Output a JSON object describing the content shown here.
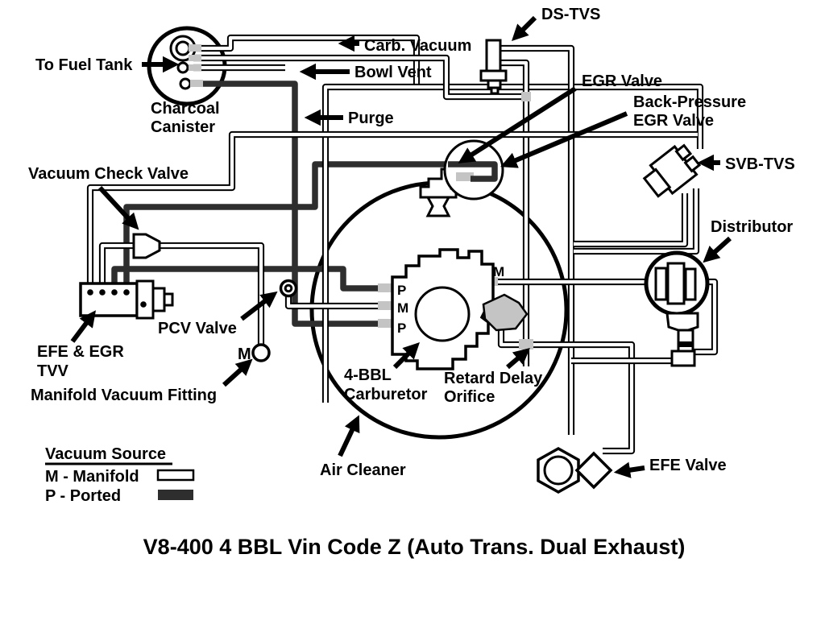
{
  "diagram": {
    "title": "V8-400 4 BBL Vin Code Z (Auto Trans. Dual Exhaust)",
    "labels": {
      "to_fuel_tank": "To Fuel Tank",
      "charcoal_canister_1": "Charcoal",
      "charcoal_canister_2": "Canister",
      "carb_vacuum": "Carb. Vacuum",
      "bowl_vent": "Bowl Vent",
      "purge": "Purge",
      "ds_tvs": "DS-TVS",
      "egr_valve": "EGR Valve",
      "back_pressure_1": "Back-Pressure",
      "back_pressure_2": "EGR Valve",
      "svb_tvs": "SVB-TVS",
      "distributor": "Distributor",
      "vacuum_check_valve": "Vacuum Check Valve",
      "efe_egr_tvv_1": "EFE & EGR",
      "efe_egr_tvv_2": "TVV",
      "pcv_valve": "PCV Valve",
      "manifold_fitting_m": "M",
      "manifold_vacuum_fitting": "Manifold Vacuum Fitting",
      "four_bbl_1": "4-BBL",
      "four_bbl_2": "Carburetor",
      "retard_delay_1": "Retard Delay",
      "retard_delay_2": "Orifice",
      "air_cleaner": "Air Cleaner",
      "efe_valve": "EFE Valve",
      "port_p_top": "P",
      "port_m_left": "M",
      "port_p_bottom": "P",
      "port_m_right": "M"
    },
    "legend": {
      "heading": "Vacuum Source",
      "manifold_label": "M - Manifold",
      "ported_label": "P - Ported"
    },
    "colors": {
      "line": "#000000",
      "ported_hose": "#2e2e2e",
      "manifold_hose": "#ffffff",
      "connector_gray": "#c4c4c4",
      "background": "#ffffff"
    }
  }
}
